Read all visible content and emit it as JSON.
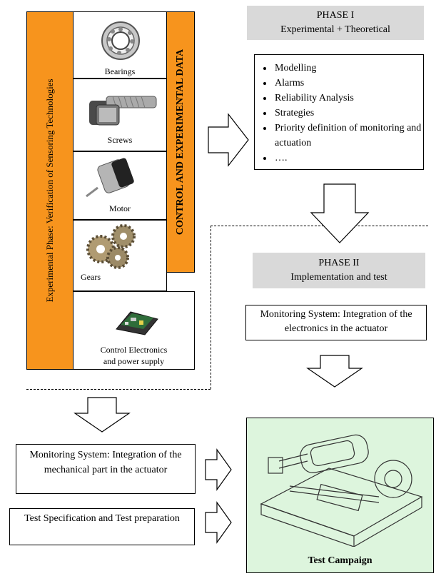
{
  "left_panel": {
    "vertical_title": "Experimental Phase: Verification of Sensoring Technologies",
    "right_vertical_title": "CONTROL AND EXPERIMENTAL DATA",
    "components": [
      {
        "label": "Bearings",
        "icon": "bearing-icon"
      },
      {
        "label": "Screws",
        "icon": "screw-icon"
      },
      {
        "label": "Motor",
        "icon": "motor-icon"
      },
      {
        "label": "Gears",
        "icon": "gears-icon"
      }
    ],
    "electronics": {
      "line1": "Control Electronics",
      "line2": "and power supply",
      "icon": "circuit-board-icon"
    }
  },
  "phase1": {
    "title": "PHASE I",
    "subtitle": "Experimental + Theoretical",
    "items": [
      "Modelling",
      "Alarms",
      "Reliability Analysis",
      "Strategies",
      "Priority definition of monitoring and actuation",
      "…."
    ]
  },
  "phase2": {
    "title": "PHASE II",
    "subtitle": "Implementation and test",
    "box_text": "Monitoring System: Integration of the electronics in the actuator"
  },
  "bottom_left": {
    "box1": "Monitoring System: Integration of the mechanical part in the actuator",
    "box2": "Test Specification and Test preparation"
  },
  "test_campaign": {
    "label": "Test Campaign",
    "icon": "actuator-assembly-icon",
    "background": "#ddf5dd"
  },
  "colors": {
    "orange": "#f7941d",
    "phase_gray": "#d9d9d9"
  }
}
